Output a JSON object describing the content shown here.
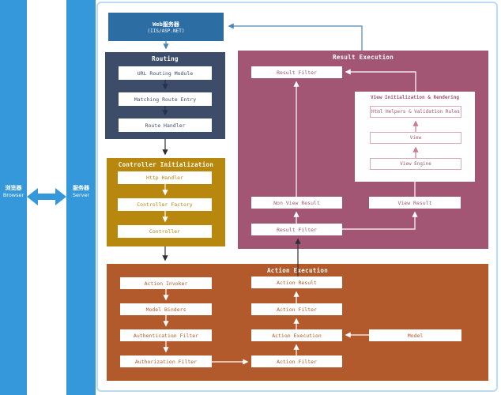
{
  "browser_bar": {
    "zh": "浏览器",
    "en": "Browser"
  },
  "server_bar": {
    "zh": "服务器",
    "en": "Server"
  },
  "web_server": {
    "title": "Web服务器",
    "subtitle": "(IIS/ASP.NET)"
  },
  "routing": {
    "title": "Routing",
    "items": [
      "URL Routing Module",
      "Matching Route Entry",
      "Route Handler"
    ]
  },
  "controller_init": {
    "title": "Controller Initialization",
    "items": [
      "Http Handler",
      "Controller Factory",
      "Controller"
    ]
  },
  "result_execution": {
    "title": "Result Execution",
    "result_filter_top": "Result Filter",
    "non_view_result": "Non View Result",
    "view_result": "View Result",
    "result_filter_bottom": "Result Filter",
    "view_init": {
      "title": "View Initialization & Rendering",
      "items": [
        "Html Helpers & Validation Rules",
        "View",
        "View Engine"
      ]
    }
  },
  "action_execution": {
    "title": "Action Execution",
    "left_items": [
      "Action Invoker",
      "Model Binders",
      "Authentication Filter",
      "Authorization Filter"
    ],
    "mid_items": [
      "Action Result",
      "Action Filter",
      "Action Execution",
      "Action Filter"
    ],
    "model": "Model"
  },
  "colors": {
    "bar_blue": "#3498db",
    "web_box": "#2c6da4",
    "routing": "#3d4c69",
    "controller_init": "#b8870e",
    "result_execution": "#a25673",
    "action_execution": "#b25a2b",
    "outer_border": "#bcdaf1",
    "connector_blue": "#4a86b8",
    "connector_dark": "#2e2e2e",
    "connector_white": "#ffffff",
    "view_init_accent": "#c77d98"
  }
}
